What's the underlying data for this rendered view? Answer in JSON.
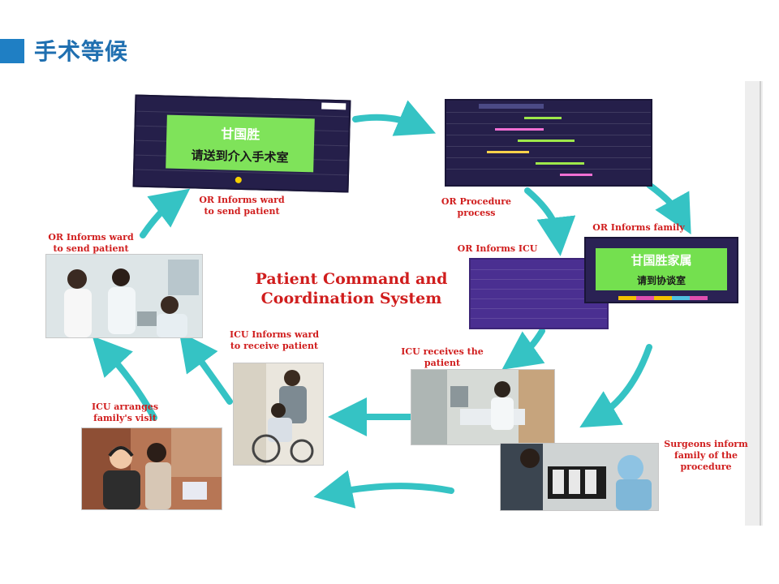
{
  "header": {
    "title": "手术等候"
  },
  "diagram": {
    "center_title_line1": "Patient Command and",
    "center_title_line2": "Coordination System",
    "captions": {
      "or_informs_ward_top": "OR Informs ward\nto send patient",
      "or_procedure": "OR Procedure\nprocess",
      "or_informs_family": "OR Informs family",
      "or_informs_icu": "OR Informs ICU",
      "icu_receives": "ICU receives the\npatient",
      "surgeons_inform": "Surgeons inform\nfamily of the\nprocedure",
      "icu_informs_ward": "ICU Informs ward\nto receive patient",
      "icu_arranges": "ICU arranges\nfamily's visit",
      "or_informs_ward_left": "OR Informs ward\nto send patient"
    },
    "screen_top": {
      "name": "甘国胜",
      "message": "请送到介入手术室"
    },
    "screen_family": {
      "name": "甘国胜家属",
      "message": "请到协谈室"
    },
    "arrow_color": "#35c3c4",
    "title_color": "#d01d1d",
    "header_accent": "#1f7fc4"
  }
}
